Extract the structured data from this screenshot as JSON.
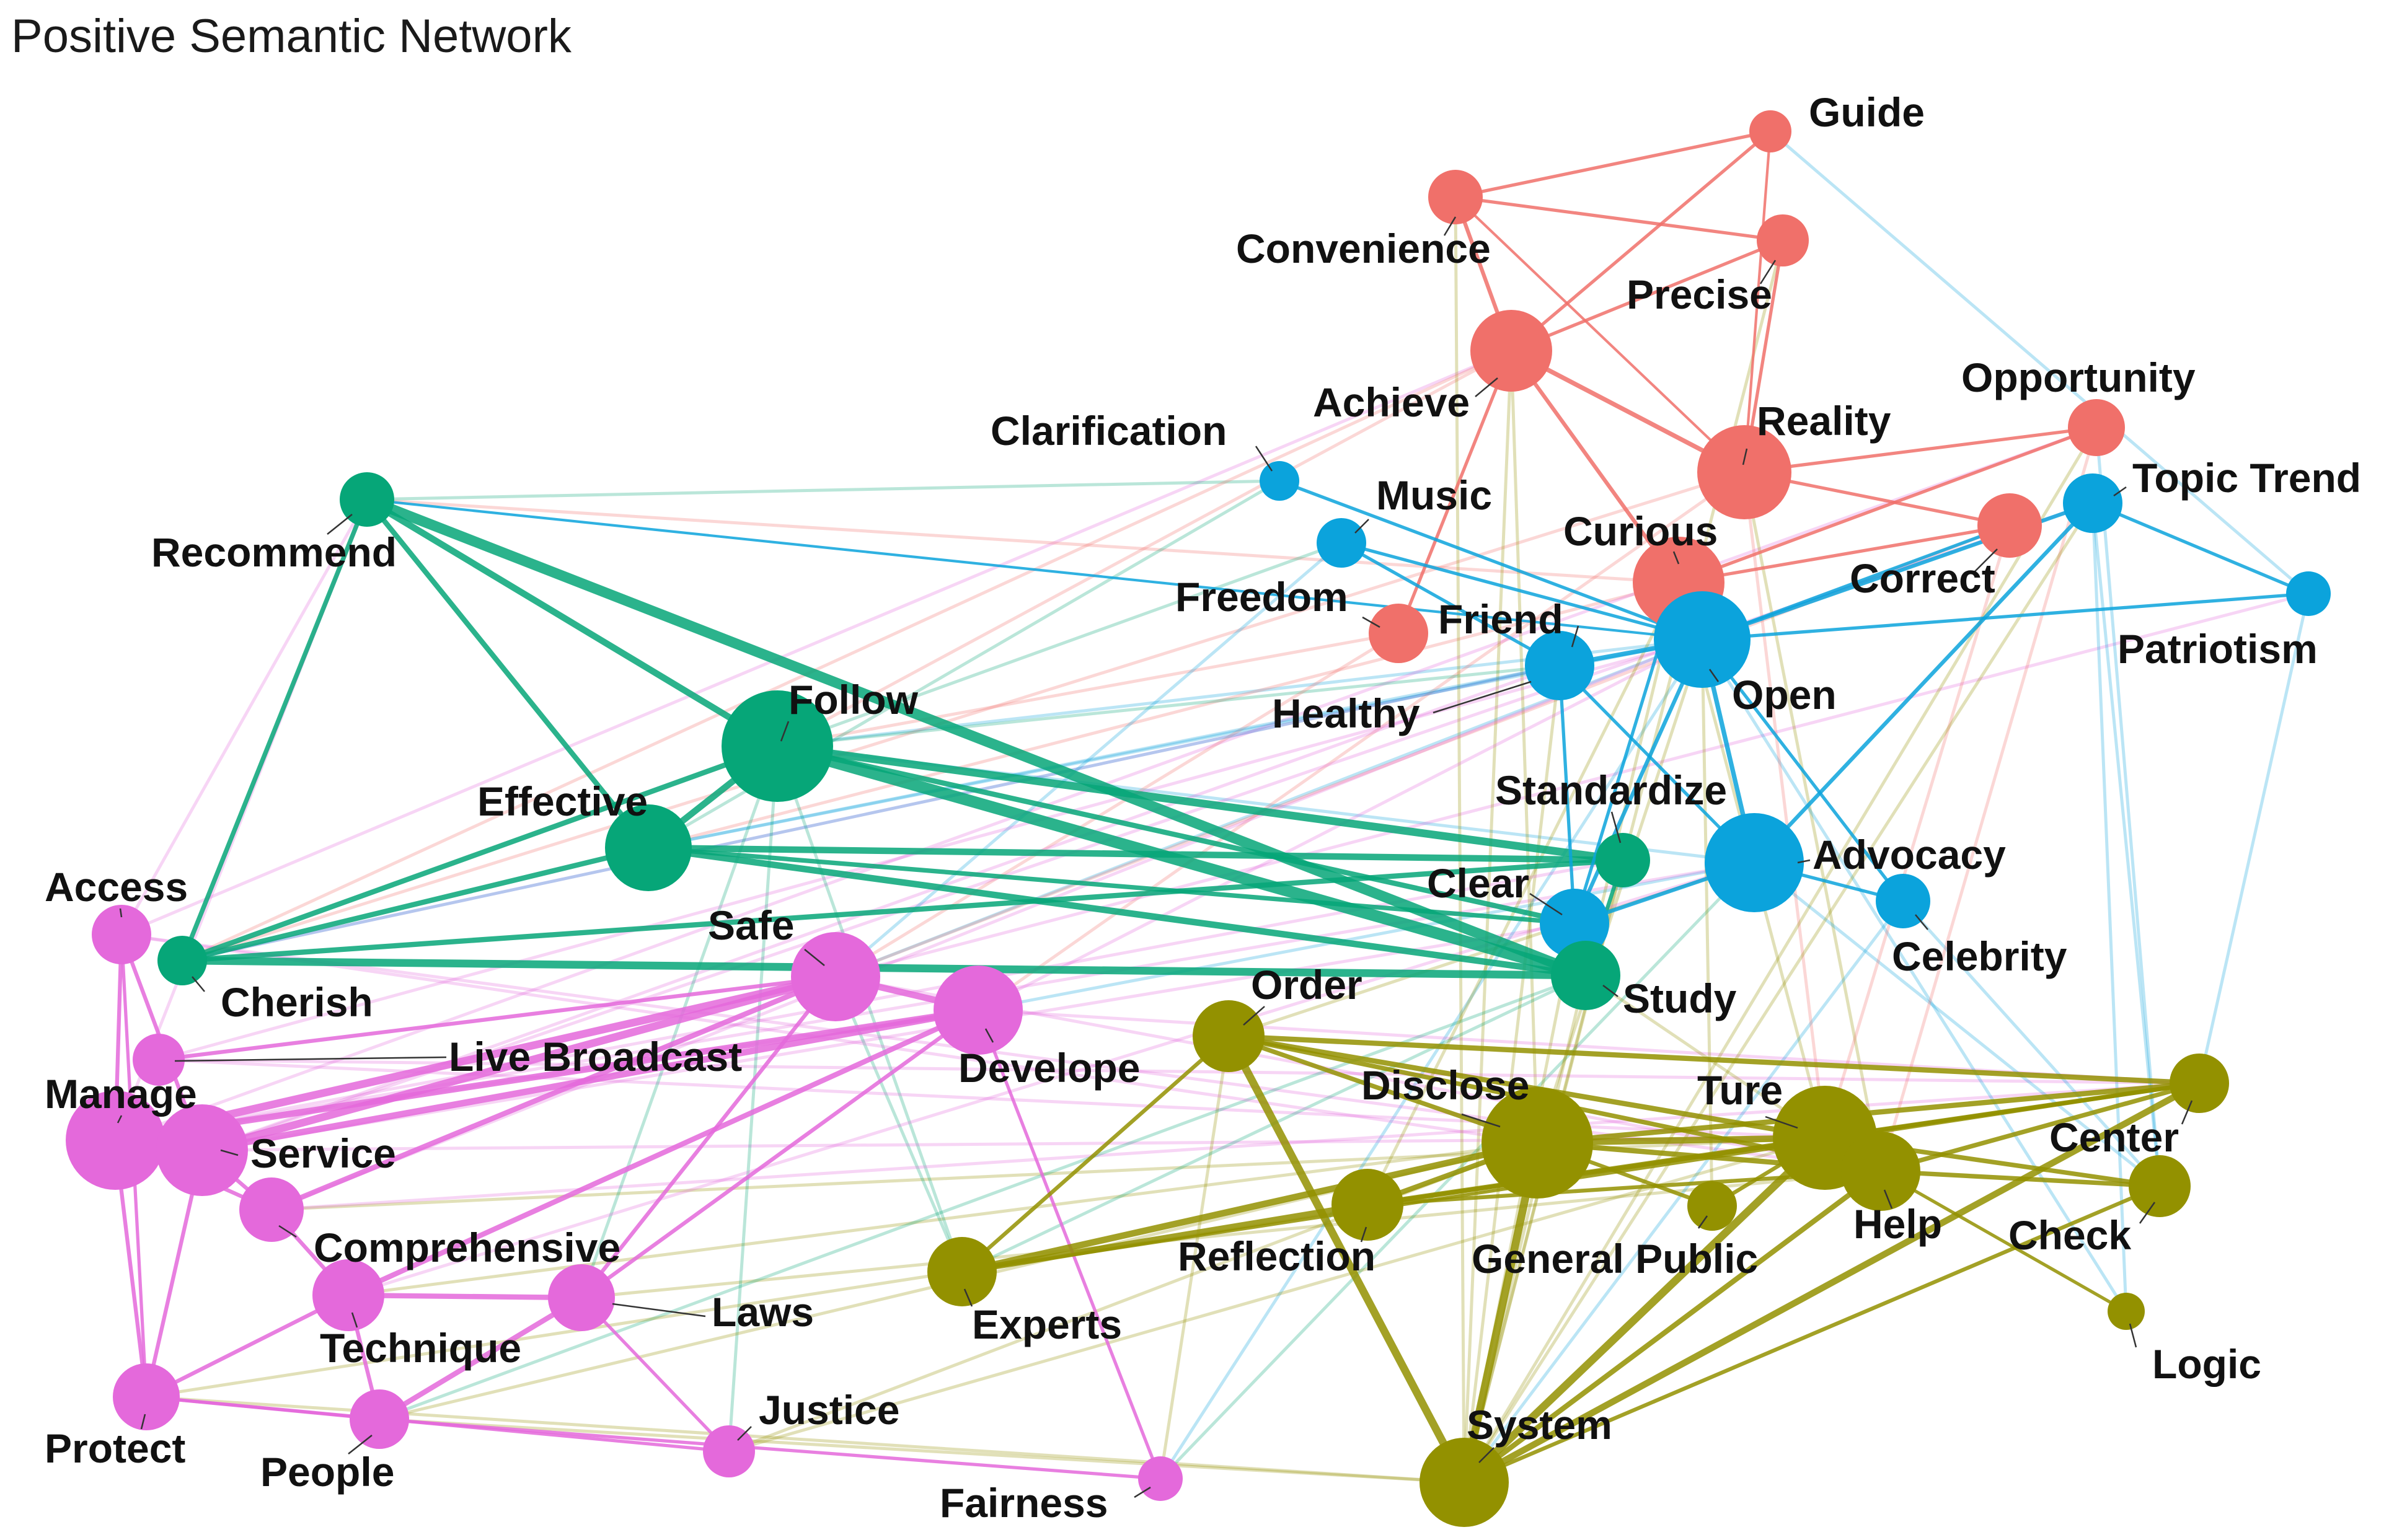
{
  "title": "Positive Semantic Network",
  "colors": {
    "red": "#F0706A",
    "blue": "#0BA3DC",
    "green": "#06A678",
    "magenta": "#E469DB",
    "olive": "#939100"
  },
  "nodes": [
    {
      "id": "guide",
      "label": "Guide",
      "group": "red",
      "size": 34
    },
    {
      "id": "convenience",
      "label": "Convenience",
      "group": "red",
      "size": 44
    },
    {
      "id": "precise",
      "label": "Precise",
      "group": "red",
      "size": 42
    },
    {
      "id": "achieve",
      "label": "Achieve",
      "group": "red",
      "size": 66
    },
    {
      "id": "reality",
      "label": "Reality",
      "group": "red",
      "size": 76
    },
    {
      "id": "opportunity",
      "label": "Opportunity",
      "group": "red",
      "size": 46
    },
    {
      "id": "correct",
      "label": "Correct",
      "group": "red",
      "size": 52
    },
    {
      "id": "curious",
      "label": "Curious",
      "group": "red",
      "size": 74
    },
    {
      "id": "freedom",
      "label": "Freedom",
      "group": "red",
      "size": 48
    },
    {
      "id": "clarification",
      "label": "Clarification",
      "group": "blue",
      "size": 32
    },
    {
      "id": "music",
      "label": "Music",
      "group": "blue",
      "size": 40
    },
    {
      "id": "topic_trend",
      "label": "Topic Trend",
      "group": "blue",
      "size": 48
    },
    {
      "id": "patriotism",
      "label": "Patriotism",
      "group": "blue",
      "size": 36
    },
    {
      "id": "friend",
      "label": "Friend",
      "group": "blue",
      "size": 42
    },
    {
      "id": "open",
      "label": "Open",
      "group": "blue",
      "size": 78
    },
    {
      "id": "healthy",
      "label": "Healthy",
      "group": "blue",
      "size": 56
    },
    {
      "id": "advocacy",
      "label": "Advocacy",
      "group": "blue",
      "size": 80
    },
    {
      "id": "clear",
      "label": "Clear",
      "group": "blue",
      "size": 56
    },
    {
      "id": "celebrity",
      "label": "Celebrity",
      "group": "blue",
      "size": 44
    },
    {
      "id": "recommend",
      "label": "Recommend",
      "group": "green",
      "size": 44
    },
    {
      "id": "follow",
      "label": "Follow",
      "group": "green",
      "size": 90
    },
    {
      "id": "effective",
      "label": "Effective",
      "group": "green",
      "size": 70
    },
    {
      "id": "standardize",
      "label": "Standardize",
      "group": "green",
      "size": 44
    },
    {
      "id": "study",
      "label": "Study",
      "group": "green",
      "size": 56
    },
    {
      "id": "cherish",
      "label": "Cherish",
      "group": "green",
      "size": 40
    },
    {
      "id": "access",
      "label": "Access",
      "group": "magenta",
      "size": 48
    },
    {
      "id": "safe",
      "label": "Safe",
      "group": "magenta",
      "size": 72
    },
    {
      "id": "develope",
      "label": "Develope",
      "group": "magenta",
      "size": 72
    },
    {
      "id": "live_broadcast",
      "label": "Live Broadcast",
      "group": "magenta",
      "size": 42
    },
    {
      "id": "manage",
      "label": "Manage",
      "group": "magenta",
      "size": 80
    },
    {
      "id": "service",
      "label": "Service",
      "group": "magenta",
      "size": 74
    },
    {
      "id": "comprehensive",
      "label": "Comprehensive",
      "group": "magenta",
      "size": 52
    },
    {
      "id": "technique",
      "label": "Technique",
      "group": "magenta",
      "size": 58
    },
    {
      "id": "laws",
      "label": "Laws",
      "group": "magenta",
      "size": 54
    },
    {
      "id": "protect",
      "label": "Protect",
      "group": "magenta",
      "size": 54
    },
    {
      "id": "people",
      "label": "People",
      "group": "magenta",
      "size": 48
    },
    {
      "id": "justice",
      "label": "Justice",
      "group": "magenta",
      "size": 42
    },
    {
      "id": "fairness",
      "label": "Fairness",
      "group": "magenta",
      "size": 36
    },
    {
      "id": "order",
      "label": "Order",
      "group": "olive",
      "size": 58
    },
    {
      "id": "disclose",
      "label": "Disclose",
      "group": "olive",
      "size": 90
    },
    {
      "id": "ture",
      "label": "Ture",
      "group": "olive",
      "size": 84
    },
    {
      "id": "help",
      "label": "Help",
      "group": "olive",
      "size": 64
    },
    {
      "id": "center",
      "label": "Center",
      "group": "olive",
      "size": 48
    },
    {
      "id": "reflection",
      "label": "Reflection",
      "group": "olive",
      "size": 58
    },
    {
      "id": "general_public",
      "label": "General Public",
      "group": "olive",
      "size": 40
    },
    {
      "id": "check",
      "label": "Check",
      "group": "olive",
      "size": 50
    },
    {
      "id": "experts",
      "label": "Experts",
      "group": "olive",
      "size": 56
    },
    {
      "id": "logic",
      "label": "Logic",
      "group": "olive",
      "size": 30
    },
    {
      "id": "system",
      "label": "System",
      "group": "olive",
      "size": 72
    }
  ],
  "edges": [
    [
      "follow",
      "study",
      18,
      "green"
    ],
    [
      "recommend",
      "study",
      16,
      "green"
    ],
    [
      "follow",
      "standardize",
      12,
      "green"
    ],
    [
      "effective",
      "standardize",
      10,
      "green"
    ],
    [
      "cherish",
      "study",
      12,
      "green"
    ],
    [
      "effective",
      "study",
      10,
      "green"
    ],
    [
      "recommend",
      "follow",
      10,
      "green"
    ],
    [
      "recommend",
      "effective",
      8,
      "green"
    ],
    [
      "recommend",
      "cherish",
      7,
      "green"
    ],
    [
      "effective",
      "cherish",
      8,
      "green"
    ],
    [
      "follow",
      "cherish",
      8,
      "green"
    ],
    [
      "follow",
      "effective",
      10,
      "green"
    ],
    [
      "cherish",
      "standardize",
      8,
      "green"
    ],
    [
      "follow",
      "clear",
      8,
      "green"
    ],
    [
      "standardize",
      "study",
      6,
      "green"
    ],
    [
      "effective",
      "clear",
      7,
      "green"
    ],
    [
      "achieve",
      "reality",
      7,
      "red"
    ],
    [
      "convenience",
      "achieve",
      6,
      "red"
    ],
    [
      "convenience",
      "precise",
      5,
      "red"
    ],
    [
      "guide",
      "convenience",
      5,
      "red"
    ],
    [
      "guide",
      "achieve",
      5,
      "red"
    ],
    [
      "precise",
      "achieve",
      5,
      "red"
    ],
    [
      "precise",
      "reality",
      5,
      "red"
    ],
    [
      "achieve",
      "curious",
      6,
      "red"
    ],
    [
      "achieve",
      "freedom",
      5,
      "red"
    ],
    [
      "reality",
      "opportunity",
      5,
      "red"
    ],
    [
      "reality",
      "correct",
      5,
      "red"
    ],
    [
      "curious",
      "correct",
      5,
      "red"
    ],
    [
      "opportunity",
      "curious",
      5,
      "red"
    ],
    [
      "guide",
      "reality",
      4,
      "red"
    ],
    [
      "convenience",
      "reality",
      4,
      "red"
    ],
    [
      "open",
      "friend",
      7,
      "blue"
    ],
    [
      "open",
      "advocacy",
      7,
      "blue"
    ],
    [
      "open",
      "topic_trend",
      6,
      "blue"
    ],
    [
      "open",
      "music",
      5,
      "blue"
    ],
    [
      "open",
      "patriotism",
      5,
      "blue"
    ],
    [
      "topic_trend",
      "patriotism",
      5,
      "blue"
    ],
    [
      "advocacy",
      "topic_trend",
      6,
      "blue"
    ],
    [
      "advocacy",
      "clear",
      6,
      "blue"
    ],
    [
      "advocacy",
      "celebrity",
      5,
      "blue"
    ],
    [
      "friend",
      "clear",
      5,
      "blue"
    ],
    [
      "friend",
      "advocacy",
      5,
      "blue"
    ],
    [
      "music",
      "friend",
      5,
      "blue"
    ],
    [
      "clarification",
      "open",
      5,
      "blue"
    ],
    [
      "open",
      "clear",
      6,
      "blue"
    ],
    [
      "open",
      "celebrity",
      5,
      "blue"
    ],
    [
      "curious",
      "clear",
      5,
      "blue"
    ],
    [
      "recommend",
      "open",
      4,
      "blue"
    ],
    [
      "open",
      "correct",
      5,
      "blue"
    ],
    [
      "safe",
      "manage",
      12,
      "magenta"
    ],
    [
      "safe",
      "service",
      12,
      "magenta"
    ],
    [
      "develope",
      "manage",
      10,
      "magenta"
    ],
    [
      "develope",
      "service",
      10,
      "magenta"
    ],
    [
      "safe",
      "comprehensive",
      8,
      "magenta"
    ],
    [
      "develope",
      "technique",
      8,
      "magenta"
    ],
    [
      "safe",
      "develope",
      10,
      "magenta"
    ],
    [
      "manage",
      "service",
      10,
      "magenta"
    ],
    [
      "access",
      "manage",
      6,
      "magenta"
    ],
    [
      "access",
      "service",
      6,
      "magenta"
    ],
    [
      "manage",
      "protect",
      6,
      "magenta"
    ],
    [
      "service",
      "protect",
      6,
      "magenta"
    ],
    [
      "service",
      "comprehensive",
      6,
      "magenta"
    ],
    [
      "comprehensive",
      "technique",
      6,
      "magenta"
    ],
    [
      "technique",
      "people",
      6,
      "magenta"
    ],
    [
      "laws",
      "people",
      8,
      "magenta"
    ],
    [
      "laws",
      "technique",
      8,
      "magenta"
    ],
    [
      "protect",
      "people",
      5,
      "magenta"
    ],
    [
      "protect",
      "technique",
      6,
      "magenta"
    ],
    [
      "protect",
      "justice",
      5,
      "magenta"
    ],
    [
      "people",
      "fairness",
      5,
      "magenta"
    ],
    [
      "laws",
      "justice",
      5,
      "magenta"
    ],
    [
      "develope",
      "fairness",
      5,
      "magenta"
    ],
    [
      "safe",
      "laws",
      6,
      "magenta"
    ],
    [
      "develope",
      "laws",
      6,
      "magenta"
    ],
    [
      "live_broadcast",
      "safe",
      6,
      "magenta"
    ],
    [
      "access",
      "protect",
      5,
      "magenta"
    ],
    [
      "manage",
      "comprehensive",
      6,
      "magenta"
    ],
    [
      "order",
      "system",
      12,
      "olive"
    ],
    [
      "disclose",
      "system",
      12,
      "olive"
    ],
    [
      "ture",
      "system",
      12,
      "olive"
    ],
    [
      "center",
      "system",
      10,
      "olive"
    ],
    [
      "help",
      "system",
      8,
      "olive"
    ],
    [
      "experts",
      "reflection",
      10,
      "olive"
    ],
    [
      "experts",
      "disclose",
      10,
      "olive"
    ],
    [
      "order",
      "ture",
      8,
      "olive"
    ],
    [
      "order",
      "center",
      8,
      "olive"
    ],
    [
      "disclose",
      "ture",
      10,
      "olive"
    ],
    [
      "disclose",
      "help",
      8,
      "olive"
    ],
    [
      "disclose",
      "center",
      8,
      "olive"
    ],
    [
      "reflection",
      "disclose",
      8,
      "olive"
    ],
    [
      "reflection",
      "ture",
      8,
      "olive"
    ],
    [
      "reflection",
      "help",
      6,
      "olive"
    ],
    [
      "general_public",
      "disclose",
      6,
      "olive"
    ],
    [
      "general_public",
      "ture",
      6,
      "olive"
    ],
    [
      "ture",
      "help",
      8,
      "olive"
    ],
    [
      "ture",
      "check",
      7,
      "olive"
    ],
    [
      "help",
      "check",
      7,
      "olive"
    ],
    [
      "ture",
      "center",
      7,
      "olive"
    ],
    [
      "help",
      "center",
      7,
      "olive"
    ],
    [
      "help",
      "logic",
      5,
      "olive"
    ],
    [
      "order",
      "disclose",
      7,
      "olive"
    ],
    [
      "order",
      "help",
      7,
      "olive"
    ],
    [
      "experts",
      "order",
      6,
      "olive"
    ],
    [
      "check",
      "system",
      6,
      "olive"
    ],
    [
      "reflection",
      "center",
      6,
      "olive"
    ],
    [
      "experts",
      "center",
      5,
      "olive"
    ]
  ],
  "faint_edges": [
    [
      "follow",
      "open",
      "blue"
    ],
    [
      "follow",
      "advocacy",
      "blue"
    ],
    [
      "effective",
      "open",
      "blue"
    ],
    [
      "safe",
      "open",
      "blue"
    ],
    [
      "develope",
      "advocacy",
      "blue"
    ],
    [
      "manage",
      "advocacy",
      "magenta"
    ],
    [
      "service",
      "clear",
      "magenta"
    ],
    [
      "cherish",
      "friend",
      "magenta"
    ],
    [
      "access",
      "achieve",
      "magenta"
    ],
    [
      "cherish",
      "reality",
      "red"
    ],
    [
      "recommend",
      "curious",
      "red"
    ],
    [
      "effective",
      "curious",
      "red"
    ],
    [
      "follow",
      "achieve",
      "red"
    ],
    [
      "safe",
      "correct",
      "red"
    ],
    [
      "develope",
      "reality",
      "red"
    ],
    [
      "manage",
      "opportunity",
      "magenta"
    ],
    [
      "service",
      "topic_trend",
      "magenta"
    ],
    [
      "safe",
      "patriotism",
      "magenta"
    ],
    [
      "comprehensive",
      "ture",
      "olive"
    ],
    [
      "technique",
      "disclose",
      "olive"
    ],
    [
      "laws",
      "help",
      "olive"
    ],
    [
      "protect",
      "system",
      "olive"
    ],
    [
      "people",
      "system",
      "olive"
    ],
    [
      "justice",
      "disclose",
      "olive"
    ],
    [
      "fairness",
      "open",
      "blue"
    ],
    [
      "fairness",
      "advocacy",
      "green"
    ],
    [
      "experts",
      "safe",
      "green"
    ],
    [
      "experts",
      "follow",
      "green"
    ],
    [
      "system",
      "achieve",
      "olive"
    ],
    [
      "system",
      "curious",
      "olive"
    ],
    [
      "disclose",
      "achieve",
      "olive"
    ],
    [
      "ture",
      "curious",
      "olive"
    ],
    [
      "help",
      "reality",
      "olive"
    ],
    [
      "check",
      "opportunity",
      "blue"
    ],
    [
      "logic",
      "topic_trend",
      "blue"
    ],
    [
      "center",
      "patriotism",
      "blue"
    ],
    [
      "guide",
      "patriotism",
      "blue"
    ],
    [
      "clarification",
      "recommend",
      "green"
    ],
    [
      "music",
      "follow",
      "green"
    ],
    [
      "healthy",
      "follow",
      "green"
    ],
    [
      "manage",
      "develope",
      "magenta"
    ],
    [
      "live_broadcast",
      "ture",
      "magenta"
    ],
    [
      "live_broadcast",
      "center",
      "magenta"
    ],
    [
      "access",
      "help",
      "magenta"
    ],
    [
      "service",
      "ture",
      "magenta"
    ],
    [
      "develope",
      "center",
      "magenta"
    ],
    [
      "safe",
      "help",
      "magenta"
    ],
    [
      "comprehensive",
      "center",
      "magenta"
    ],
    [
      "order",
      "advocacy",
      "olive"
    ],
    [
      "study",
      "ture",
      "olive"
    ],
    [
      "standardize",
      "system",
      "olive"
    ],
    [
      "clear",
      "system",
      "olive"
    ],
    [
      "celebrity",
      "system",
      "blue"
    ],
    [
      "celebrity",
      "check",
      "blue"
    ],
    [
      "advocacy",
      "check",
      "blue"
    ],
    [
      "open",
      "logic",
      "blue"
    ],
    [
      "topic_trend",
      "check",
      "blue"
    ],
    [
      "opportunity",
      "help",
      "red"
    ],
    [
      "correct",
      "ture",
      "red"
    ],
    [
      "precise",
      "system",
      "olive"
    ],
    [
      "convenience",
      "system",
      "olive"
    ],
    [
      "reality",
      "ture",
      "red"
    ],
    [
      "friend",
      "system",
      "olive"
    ],
    [
      "open",
      "disclose",
      "olive"
    ],
    [
      "freedom",
      "follow",
      "red"
    ],
    [
      "freedom",
      "safe",
      "red"
    ],
    [
      "achieve",
      "cherish",
      "red"
    ],
    [
      "clarification",
      "effective",
      "green"
    ],
    [
      "music",
      "safe",
      "blue"
    ],
    [
      "friend",
      "effective",
      "blue"
    ],
    [
      "healthy",
      "cherish",
      "blue"
    ],
    [
      "recommend",
      "manage",
      "magenta"
    ],
    [
      "access",
      "recommend",
      "magenta"
    ],
    [
      "justice",
      "follow",
      "green"
    ],
    [
      "fairness",
      "order",
      "olive"
    ],
    [
      "experts",
      "study",
      "green"
    ],
    [
      "people",
      "study",
      "green"
    ],
    [
      "laws",
      "follow",
      "green"
    ],
    [
      "technique",
      "advocacy",
      "magenta"
    ],
    [
      "manage",
      "standardize",
      "magenta"
    ],
    [
      "service",
      "friend",
      "magenta"
    ],
    [
      "comprehensive",
      "open",
      "magenta"
    ],
    [
      "live_broadcast",
      "open",
      "magenta"
    ],
    [
      "develope",
      "open",
      "magenta"
    ],
    [
      "access",
      "disclose",
      "magenta"
    ],
    [
      "protect",
      "ture",
      "olive"
    ],
    [
      "people",
      "disclose",
      "olive"
    ],
    [
      "justice",
      "ture",
      "olive"
    ],
    [
      "system",
      "topic_trend",
      "olive"
    ],
    [
      "system",
      "opportunity",
      "olive"
    ],
    [
      "general_public",
      "open",
      "olive"
    ],
    [
      "reflection",
      "curious",
      "olive"
    ]
  ]
}
